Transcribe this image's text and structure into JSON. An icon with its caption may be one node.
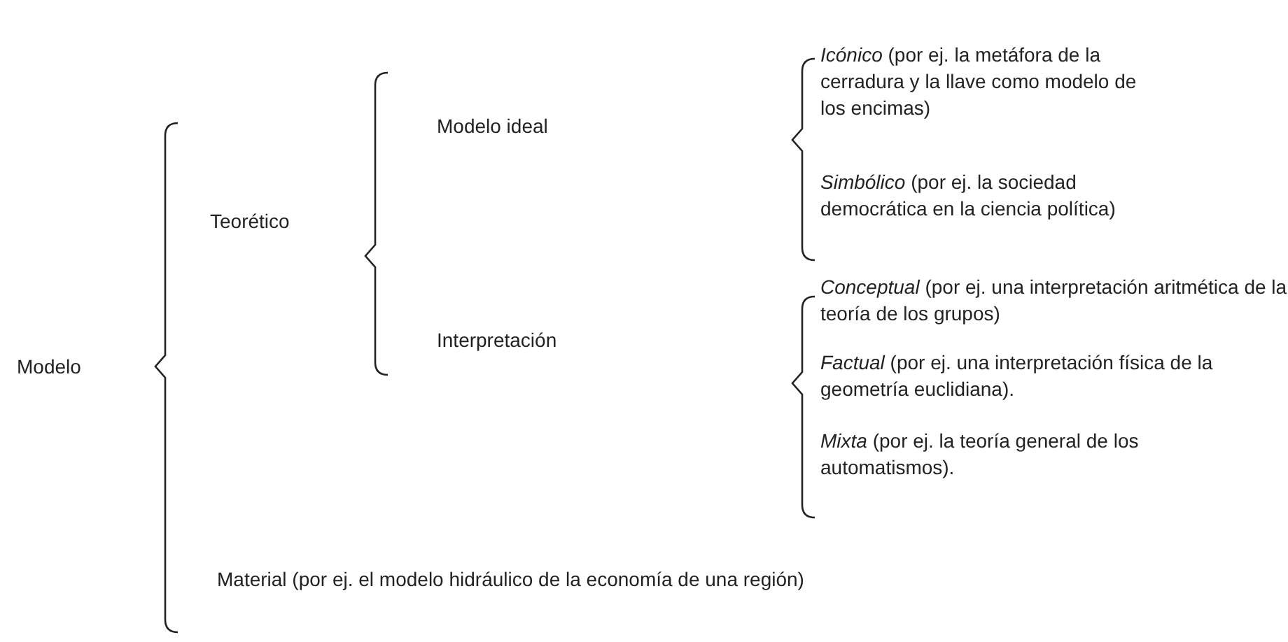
{
  "diagram": {
    "labels": [
      "Modelo",
      "Teorético",
      "Modelo ideal",
      "*Icónico* (por ej. la metáfora de la cerradura y la llave como modelo de los encimas)",
      "*Simbólico* (por ej. la sociedad democrática en la ciencia política)",
      "Interpretación",
      "*Conceptual* (por ej. una interpretación aritmética de la teoría de los grupos)",
      "*Factual* (por ej. una interpretación física de la geometría euclidiana).",
      "*Mixta* (por ej. la teoría general de los automatismos).",
      "Material (por ej. el modelo hidráulico de la economía de una región)"
    ]
  }
}
